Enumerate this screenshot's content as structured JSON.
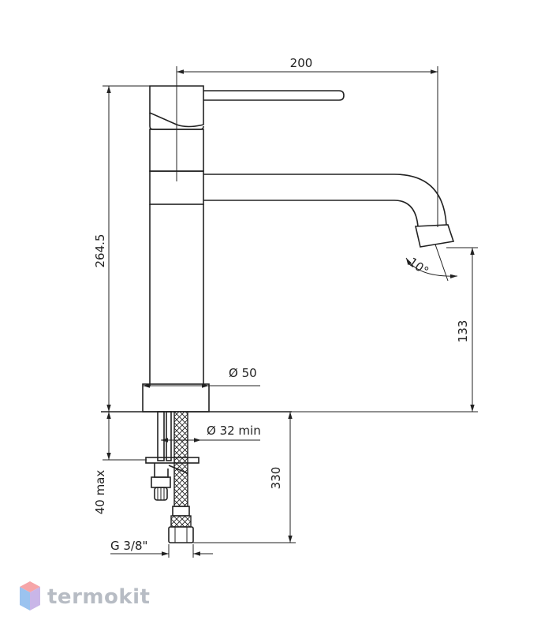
{
  "dimensions": {
    "width_top": "200",
    "height_total": "264.5",
    "spout_height": "133",
    "base_diameter": "Ø 50",
    "hole_diameter": "Ø 32 min",
    "thickness_max": "40 max",
    "hose_length": "330",
    "thread": "G 3/8\"",
    "angle": "10°"
  },
  "watermark": {
    "brand": "termokit",
    "colors": {
      "top": "#f6a5a8",
      "left": "#9bc3ef",
      "right": "#c9b6e8"
    }
  },
  "colors": {
    "line": "#222222",
    "watermark_text": "#b7bcc4"
  }
}
